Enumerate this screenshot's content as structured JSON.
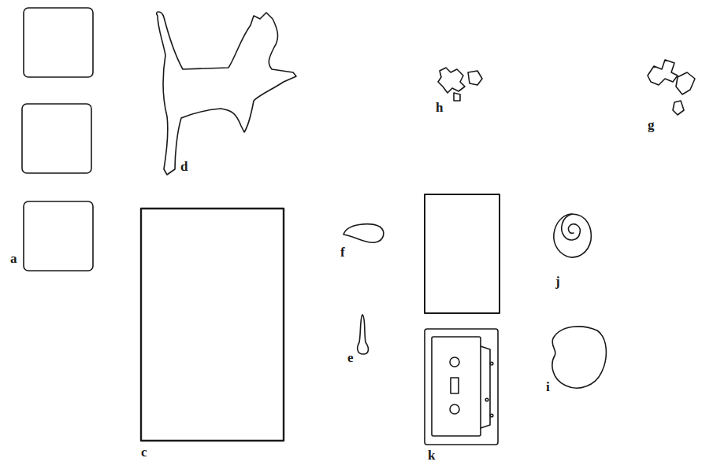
{
  "diagram": {
    "labels": [
      "d",
      "h",
      "g",
      "a",
      "c",
      "f",
      "e",
      "j",
      "i",
      "k"
    ]
  }
}
